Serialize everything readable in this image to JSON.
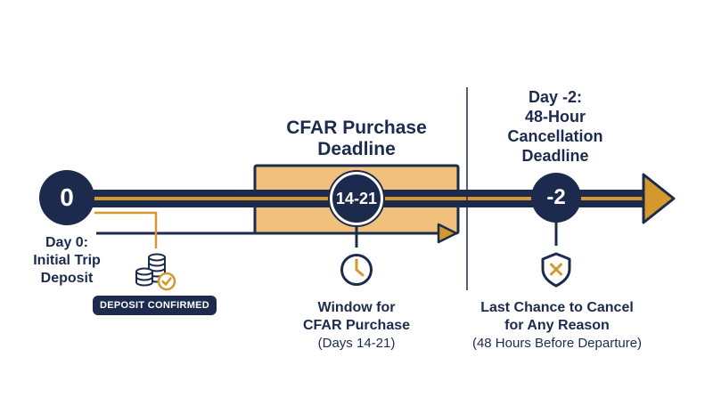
{
  "deposit": {
    "node": "0",
    "title_line1": "Day 0:",
    "title_line2": "Initial Trip",
    "title_line3": "Deposit",
    "badge": "DEPOSIT CONFIRMED",
    "icon": "coin-stack-check-icon"
  },
  "cfar_window": {
    "heading_line1": "CFAR Purchase",
    "heading_line2": "Deadline",
    "node": "14-21",
    "label_line1": "Window for",
    "label_line2": "CFAR Purchase",
    "label_line3": "(Days 14-21)",
    "icon": "clock-icon"
  },
  "cancel_deadline": {
    "heading_line1": "Day -2:",
    "heading_line2": "48-Hour",
    "heading_line3": "Cancellation",
    "heading_line4": "Deadline",
    "node": "-2",
    "label_line1": "Last Chance to Cancel",
    "label_line2": "for Any Reason",
    "label_line3": "(48 Hours Before Departure)",
    "icon": "shield-x-icon"
  },
  "colors": {
    "navy": "#1c2b4d",
    "gold": "#d4982f",
    "window_fill": "#f1c07d"
  }
}
